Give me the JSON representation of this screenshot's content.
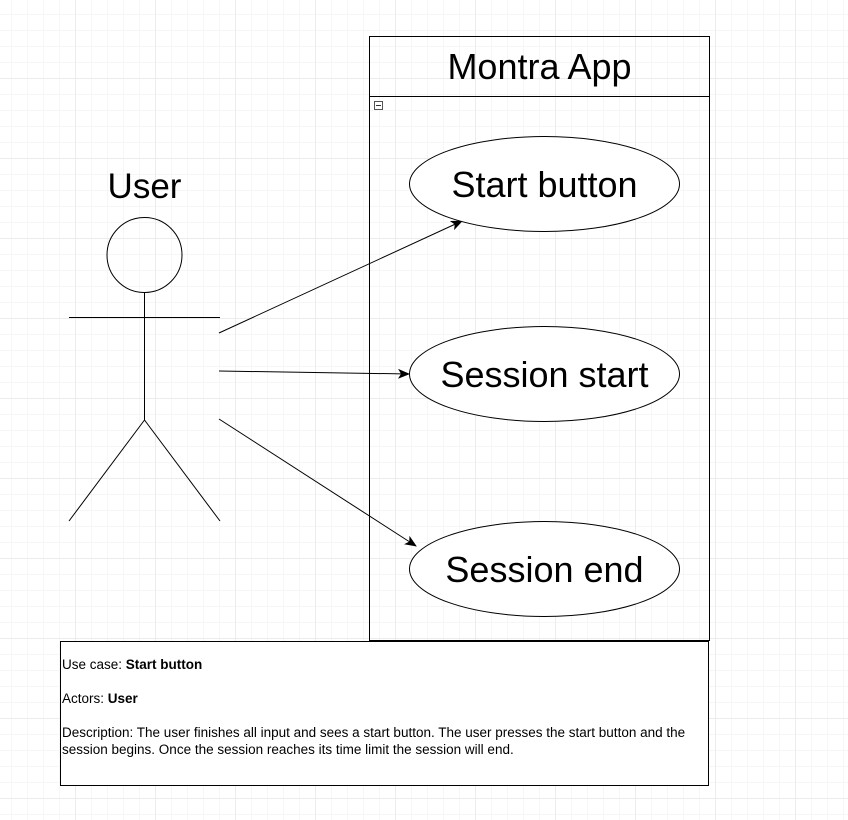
{
  "system": {
    "title": "Montra App"
  },
  "actor": {
    "name": "User"
  },
  "use_cases": [
    {
      "label": "Start button"
    },
    {
      "label": "Session start"
    },
    {
      "label": "Session end"
    }
  ],
  "note": {
    "use_case_label": "Use case:",
    "use_case_value": "Start button",
    "actors_label": "Actors:",
    "actors_value": "User",
    "description_label": "Description:",
    "description_text": "The user finishes all input and sees a start button. The user presses the start button and the session begins. Once the session reaches its time limit the session will end."
  },
  "colors": {
    "stroke": "#000000",
    "grid": "#ececec",
    "background": "#ffffff"
  },
  "icons": {
    "collapse": "minus-box-icon"
  }
}
